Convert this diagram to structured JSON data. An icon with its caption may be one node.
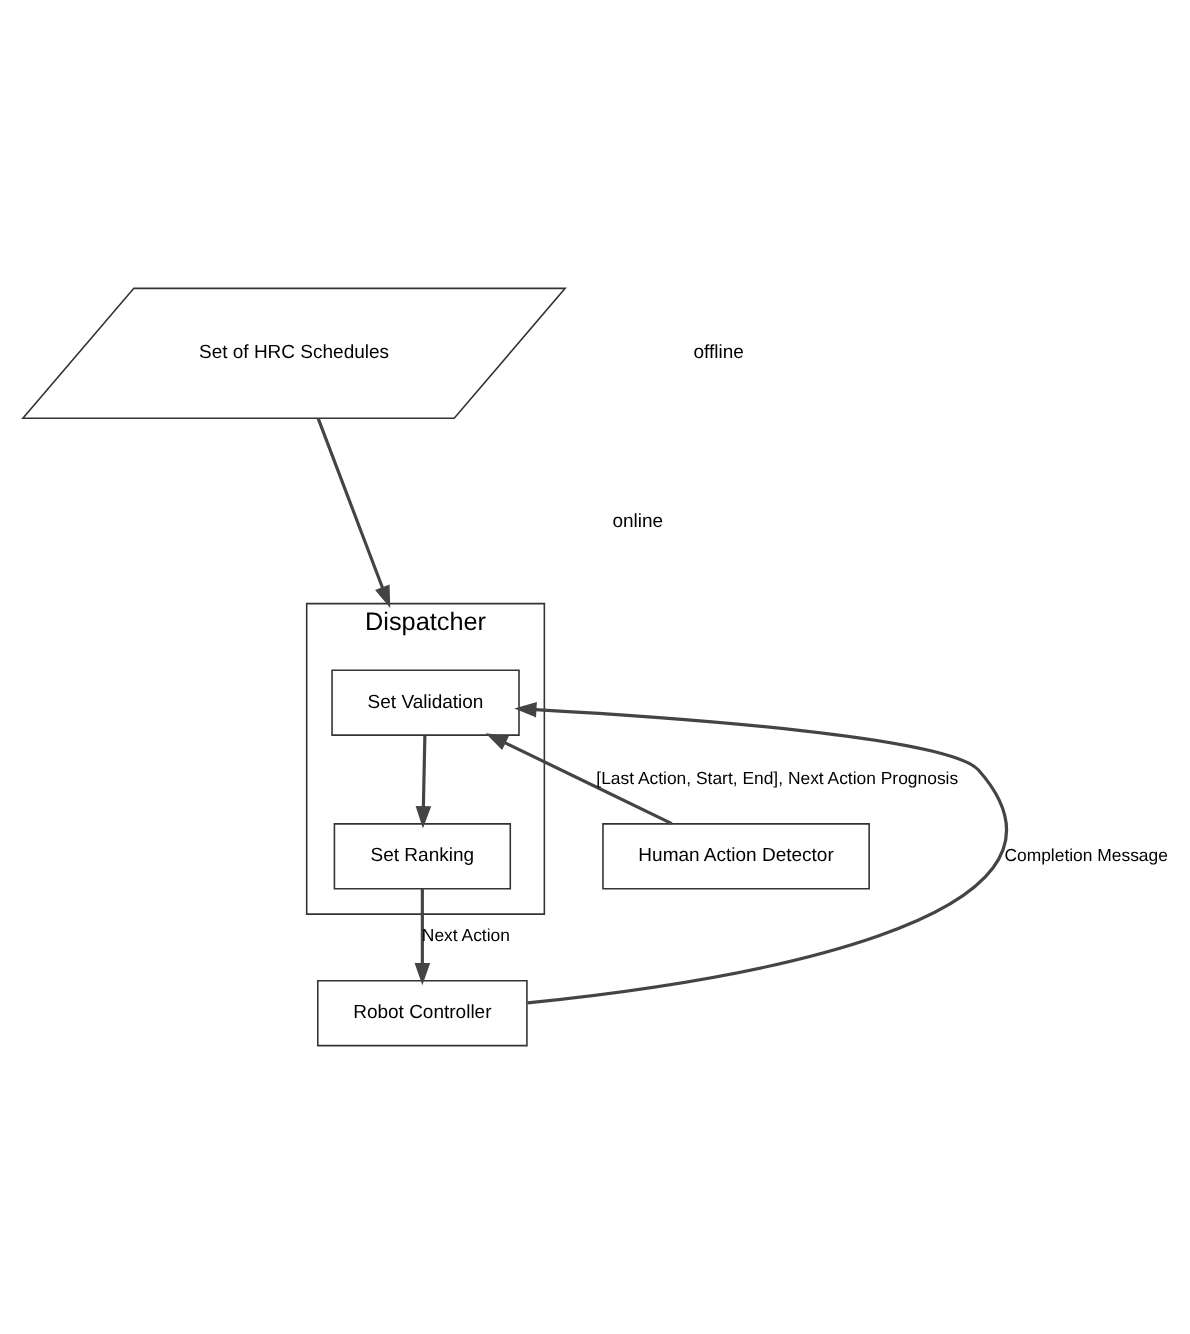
{
  "diagram": {
    "nodes": [
      {
        "text": [
          "Set of HRC Schedules"
        ]
      },
      {
        "text": [
          "Dispatcher"
        ]
      },
      {
        "text": [
          "Set Validation"
        ],
        "in": 1
      },
      {
        "text": [
          "Set Ranking"
        ],
        "in": 1
      },
      {
        "text": [
          "Human Action Detector"
        ]
      },
      {
        "text": [
          "Robot Controller"
        ]
      }
    ],
    "edges": [
      {
        "from": 0,
        "to": 1,
        "arrow": "to"
      },
      {
        "from": 2,
        "to": 3,
        "arrow": "to"
      },
      {
        "from": 4,
        "to": 2,
        "arrow": "to",
        "label": "[Last Action, Start, End], Next Action Prognosis"
      },
      {
        "from": 3,
        "to": 5,
        "arrow": "to",
        "label": "Next Action"
      },
      {
        "from": 5,
        "to": 2,
        "arrow": "to",
        "label": "Completion Message"
      }
    ],
    "labels": [
      "offline",
      "online"
    ]
  }
}
